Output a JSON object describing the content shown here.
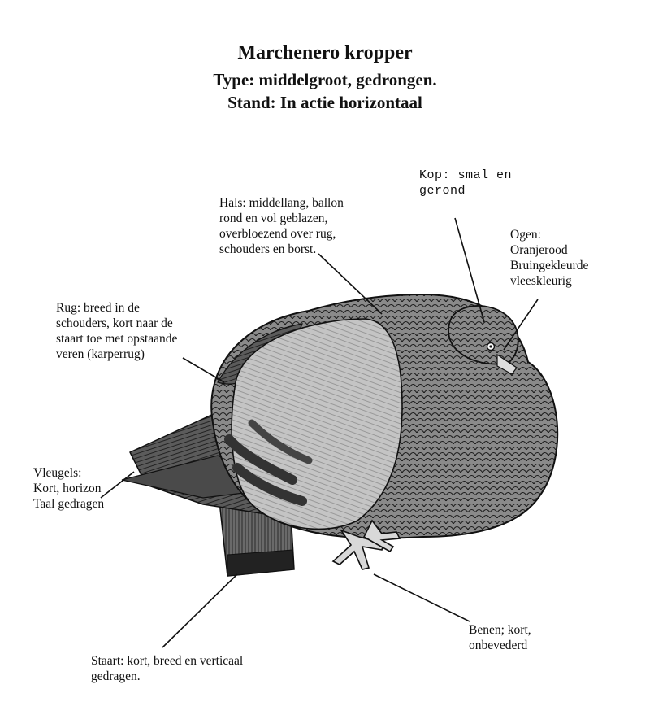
{
  "title": {
    "line1": "Marchenero kropper",
    "line2": "Type: middelgroot, gedrongen.",
    "line3": "Stand: In actie horizontaal"
  },
  "labels": {
    "kop": "Kop: smal en\ngerond",
    "hals": "Hals: middellang, ballon\nrond en vol geblazen,\noverbloezend over rug,\nschouders en borst.",
    "ogen": "Ogen:\nOranjerood\nBruingekleurde\nvleeskleurig",
    "rug": "Rug: breed in de\nschouders, kort naar de\nstaart toe met opstaande\nveren (karperrug)",
    "vleugels": "Vleugels:\nKort, horizon\nTaal gedragen",
    "benen": "Benen; kort,\nonbevederd",
    "staart": "Staart: kort, breed en verticaal\ngedragen."
  },
  "colors": {
    "ink": "#111111",
    "body_shade": "#6e6e6e",
    "wing_shield": "#bdbdbd",
    "wing_bar": "#3a3a3a",
    "tail": "#5a5a5a"
  }
}
